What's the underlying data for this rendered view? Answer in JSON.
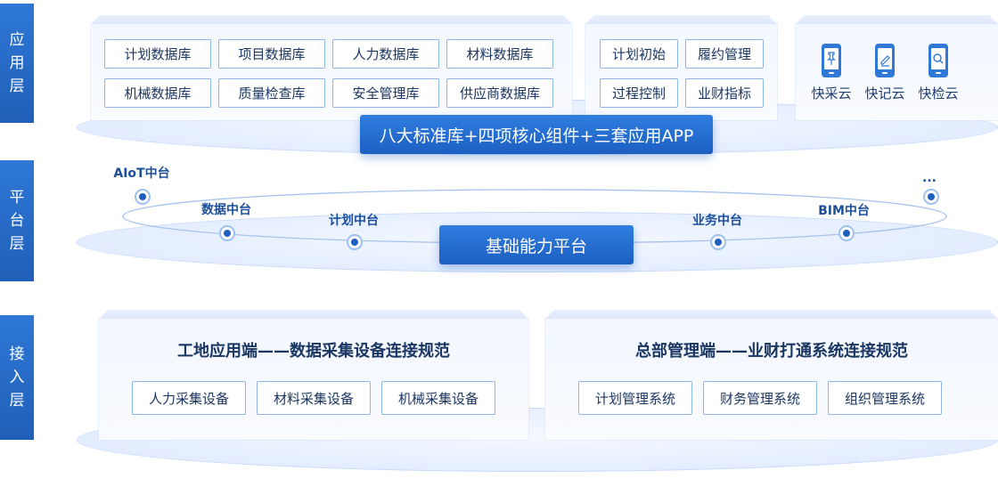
{
  "layers": {
    "application": "应用层",
    "platform": "平台层",
    "access": "接入层"
  },
  "application": {
    "databases": [
      "计划数据库",
      "项目数据库",
      "人力数据库",
      "材料数据库",
      "机械数据库",
      "质量检查库",
      "安全管理库",
      "供应商数据库"
    ],
    "components": [
      "计划初始",
      "履约管理",
      "过程控制",
      "业财指标"
    ],
    "apps": [
      {
        "name": "快采云",
        "icon": "phone-pin-icon"
      },
      {
        "name": "快记云",
        "icon": "phone-pen-icon"
      },
      {
        "name": "快检云",
        "icon": "phone-search-icon"
      }
    ],
    "banner": "八大标准库+四项核心组件+三套应用APP"
  },
  "platform": {
    "banner": "基础能力平台",
    "nodes": [
      "AIoT中台",
      "数据中台",
      "计划中台",
      "业务中台",
      "BIM中台",
      "..."
    ]
  },
  "access": {
    "site": {
      "title": "工地应用端——数据采集设备连接规范",
      "items": [
        "人力采集设备",
        "材料采集设备",
        "机械采集设备"
      ]
    },
    "hq": {
      "title": "总部管理端——业财打通系统连接规范",
      "items": [
        "计划管理系统",
        "财务管理系统",
        "组织管理系统"
      ]
    }
  },
  "colors": {
    "accent": "#1f5fc0",
    "label_bg": "#2f78d6",
    "button_border": "#8fb4e8"
  }
}
